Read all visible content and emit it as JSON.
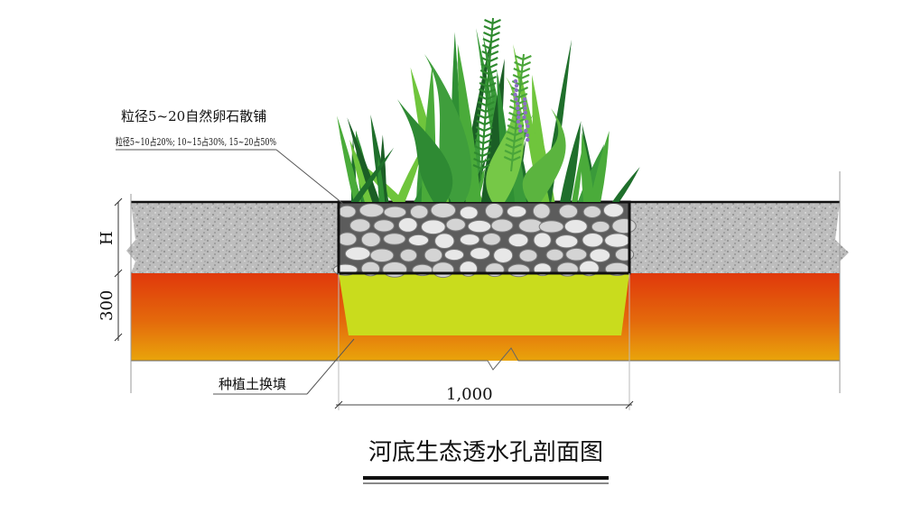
{
  "diagram": {
    "annotations": {
      "pebble_line1": "粒径5~20自然卵石散铺",
      "pebble_line2": "粒径5~10占20%; 10~15占30%, 15~20占50%",
      "soil_label": "种植土换填"
    },
    "dimensions": {
      "height_label": "H",
      "depth_label": "300",
      "width_label": "1,000"
    },
    "title": "河底生态透水孔剖面图"
  },
  "colors": {
    "gravel": "#b9b9b9",
    "soil_top": "#e23c0c",
    "soil_bottom": "#e8a00a",
    "planting_soil": "#c8dc1c",
    "pebble": "#e6e6e6",
    "plant_dark": "#1e6f2a",
    "plant_light": "#6fc53c",
    "flower": "#8d6fc4"
  }
}
